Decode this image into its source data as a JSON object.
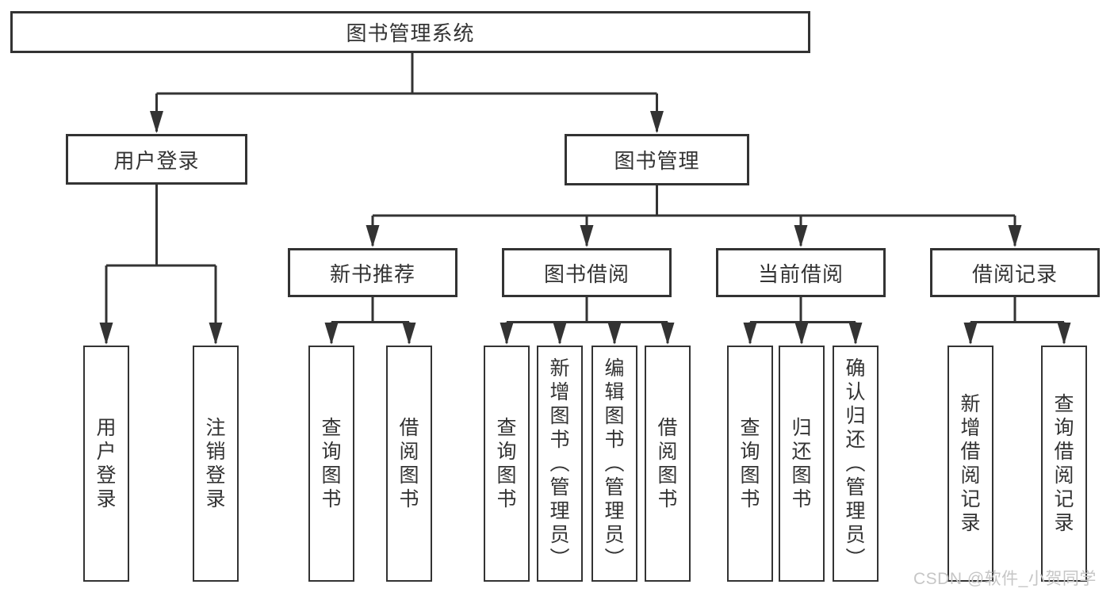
{
  "diagram": {
    "root": "图书管理系统",
    "level2": [
      "用户登录",
      "图书管理"
    ],
    "level3": [
      "新书推荐",
      "图书借阅",
      "当前借阅",
      "借阅记录"
    ],
    "leaves": {
      "user_login": [
        "用户登录",
        "注销登录"
      ],
      "new_book_recommend": [
        "查询图书",
        "借阅图书"
      ],
      "book_borrow": [
        "查询图书",
        "新增图书（管理员）",
        "编辑图书（管理员）",
        "借阅图书"
      ],
      "current_borrow": [
        "查询图书",
        "归还图书",
        "确认归还（管理员）"
      ],
      "borrow_records": [
        "新增借阅记录",
        "查询借阅记录"
      ]
    },
    "watermark": "CSDN @软件_小贺同学",
    "colors": {
      "line": "#333333",
      "text": "#333333",
      "box_background": "#ffffff",
      "watermark": "#c6c6c6",
      "background": "#ffffff"
    }
  }
}
